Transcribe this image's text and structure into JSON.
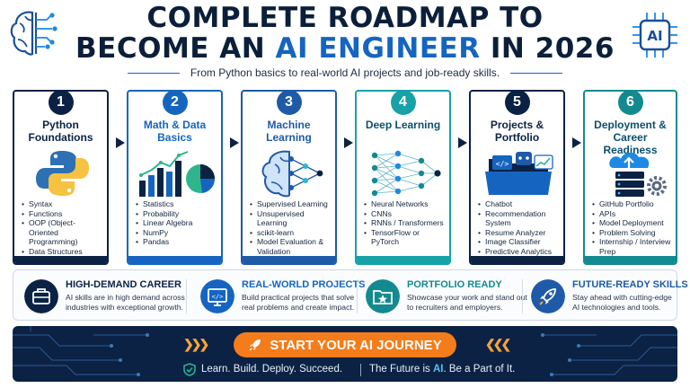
{
  "header": {
    "title_line1": "COMPLETE ROADMAP TO",
    "title_line2_prefix": "BECOME AN",
    "title_line2_accent": "AI ENGINEER",
    "title_line2_suffix": "IN 2026",
    "subtitle": "From Python basics to real-world AI projects and job-ready skills.",
    "chip_label": "AI"
  },
  "steps": [
    {
      "num": "1",
      "title": "Python Foundations",
      "color": "#0b2245",
      "items": [
        "Syntax",
        "Functions",
        "OOP (Object-Oriented Programming)",
        "Data Structures"
      ]
    },
    {
      "num": "2",
      "title": "Math & Data Basics",
      "color": "#1565c0",
      "items": [
        "Statistics",
        "Probability",
        "Linear Algebra",
        "NumPy",
        "Pandas"
      ]
    },
    {
      "num": "3",
      "title": "Machine Learning",
      "color": "#1e5aa8",
      "items": [
        "Supervised Learning",
        "Unsupervised Learning",
        "scikit-learn",
        "Model Evaluation & Validation"
      ]
    },
    {
      "num": "4",
      "title": "Deep Learning",
      "color": "#17a2a8",
      "items": [
        "Neural Networks",
        "CNNs",
        "RNNs / Transformers",
        "TensorFlow or PyTorch"
      ]
    },
    {
      "num": "5",
      "title": "Projects & Portfolio",
      "color": "#0b2245",
      "items": [
        "Chatbot",
        "Recommendation System",
        "Resume Analyzer",
        "Image Classifier",
        "Predictive Analytics Dashboard"
      ]
    },
    {
      "num": "6",
      "title": "Deployment & Career Readiness",
      "color": "#138a8f",
      "items": [
        "GitHub Portfolio",
        "APIs",
        "Model Deployment",
        "Problem Solving",
        "Internship / Interview Prep"
      ]
    }
  ],
  "features": [
    {
      "title": "HIGH-DEMAND CAREER",
      "desc": "AI skills are in high demand across industries with exceptional growth.",
      "icon": "briefcase-icon",
      "color": "#0b2245"
    },
    {
      "title": "REAL-WORLD PROJECTS",
      "desc": "Build practical projects that solve real problems and create impact.",
      "icon": "code-monitor-icon",
      "color": "#1565c0"
    },
    {
      "title": "PORTFOLIO READY",
      "desc": "Showcase your work and stand out to recruiters and employers.",
      "icon": "star-folder-icon",
      "color": "#138a8f"
    },
    {
      "title": "FUTURE-READY SKILLS",
      "desc": "Stay ahead with cutting-edge AI technologies and tools.",
      "icon": "rocket-icon",
      "color": "#1e5aa8"
    }
  ],
  "footer": {
    "cta_label": "START YOUR AI JOURNEY",
    "tagline": "Learn. Build. Deploy. Succeed.",
    "future_prefix": "The Future is",
    "future_ai": "AI",
    "future_suffix": ". Be a Part of It."
  },
  "colors": {
    "navy": "#0b2245",
    "blue": "#1565c0",
    "teal": "#138a8f",
    "orange": "#f47c1a"
  }
}
